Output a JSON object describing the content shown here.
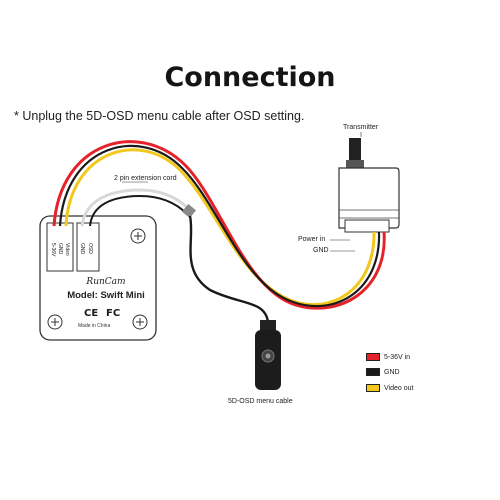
{
  "title": "Connection",
  "note": "* Unplug the 5D-OSD menu cable after OSD setting.",
  "labels": {
    "transmitter": "Transmitter",
    "extension_cord": "2 pin extension cord",
    "power_in": "Power in",
    "gnd": "GND",
    "osd_cable": "5D-OSD menu cable"
  },
  "camera": {
    "brand": "RunCam",
    "model": "Model: Swift Mini",
    "ce": "CE",
    "fc": "FC",
    "made_in": "Made in China",
    "pins_left": [
      "5-36V",
      "GND",
      "Video"
    ],
    "pins_right": [
      "GND",
      "OSD"
    ]
  },
  "legend": [
    {
      "label": "5-36V in",
      "color": "#e5222a"
    },
    {
      "label": "GND",
      "color": "#1a1a1a"
    },
    {
      "label": "Video out",
      "color": "#f2c81c"
    }
  ],
  "colors": {
    "red_wire": "#e5222a",
    "black_wire": "#1a1a1a",
    "yellow_wire": "#f2c81c",
    "white_wire": "#d8d8d8"
  }
}
